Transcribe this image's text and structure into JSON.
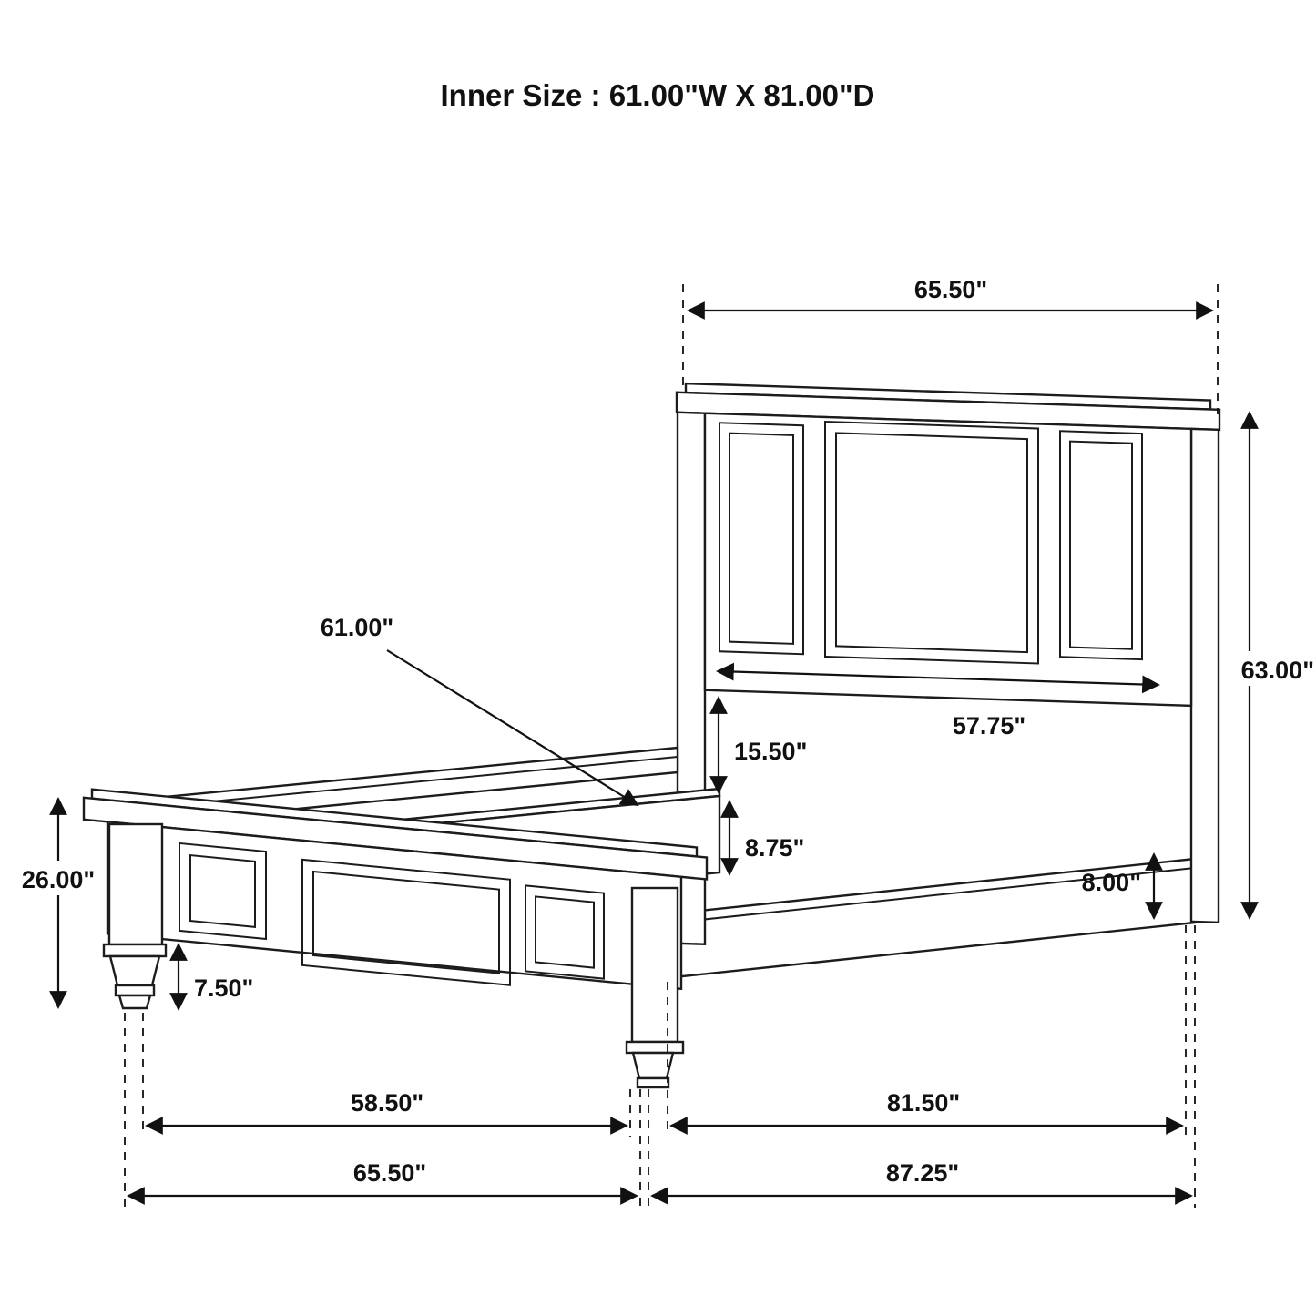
{
  "title": "Inner Size : 61.00\"W X 81.00\"D",
  "labels": {
    "headboard_width": "65.50\"",
    "headboard_height": "63.00\"",
    "slat_width": "61.00\"",
    "headboard_inner_width": "57.75\"",
    "headboard_gap": "15.50\"",
    "center_rail_height": "8.75\"",
    "side_rail_height": "8.00\"",
    "footboard_height": "26.00\"",
    "foot_height": "7.50\"",
    "footboard_inner_width": "58.50\"",
    "rail_length": "81.50\"",
    "footboard_width": "65.50\"",
    "overall_depth": "87.25\""
  },
  "colors": {
    "line": "#1c1c1c",
    "background": "#ffffff"
  }
}
